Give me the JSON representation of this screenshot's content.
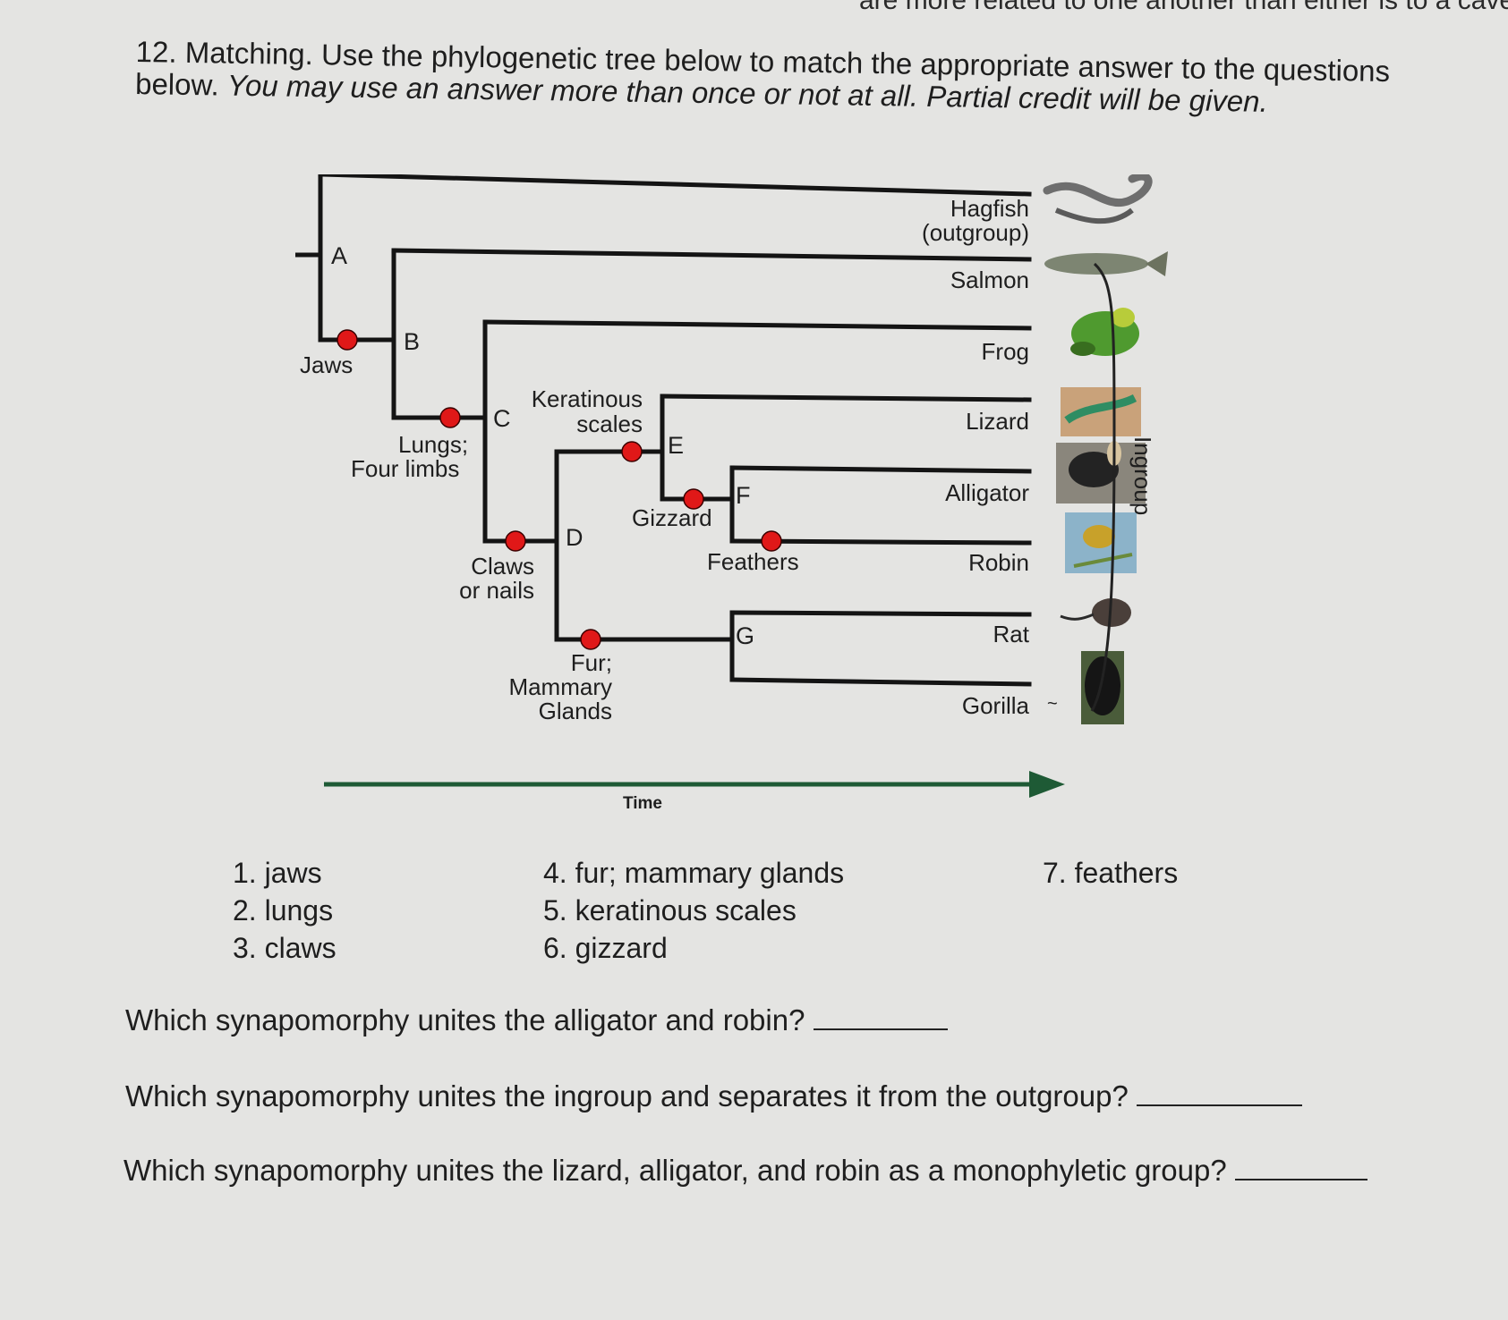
{
  "header_cut_text": "are more related to one another than either is to a cave bear",
  "question": {
    "number": "12.",
    "title": "Matching.",
    "instructions_normal": "Use the phylogenetic tree below to match the appropriate answer to the questions below.",
    "instructions_italic": "You may use an answer more than once or not at all. Partial credit will be given."
  },
  "tree": {
    "nodes": [
      "A",
      "B",
      "C",
      "D",
      "E",
      "F",
      "G"
    ],
    "taxa": [
      "Hagfish",
      "(outgroup)",
      "Salmon",
      "Frog",
      "Lizard",
      "Alligator",
      "Robin",
      "Rat",
      "Gorilla"
    ],
    "traits": {
      "jaws": "Jaws",
      "lungs_1": "Lungs;",
      "lungs_2": "Four limbs",
      "keratinous_1": "Keratinous",
      "keratinous_2": "scales",
      "gizzard": "Gizzard",
      "claws_1": "Claws",
      "claws_2": "or nails",
      "feathers": "Feathers",
      "fur_1": "Fur;",
      "fur_2": "Mammary",
      "fur_3": "Glands"
    },
    "time_label": "Time",
    "ingroup_label": "Ingroup",
    "animal_icons": [
      "hagfish-icon",
      "salmon-icon",
      "frog-icon",
      "lizard-icon",
      "alligator-icon",
      "robin-icon",
      "rat-icon",
      "gorilla-icon"
    ]
  },
  "options": [
    "1. jaws",
    "2. lungs",
    "3. claws",
    "4. fur; mammary glands",
    "5. keratinous scales",
    "6. gizzard",
    "7. feathers"
  ],
  "questions": [
    "Which synapomorphy unites the alligator and robin?",
    "Which synapomorphy unites the ingroup and separates it from the outgroup?",
    "Which synapomorphy unites the lizard, alligator, and robin as a monophyletic group?"
  ]
}
